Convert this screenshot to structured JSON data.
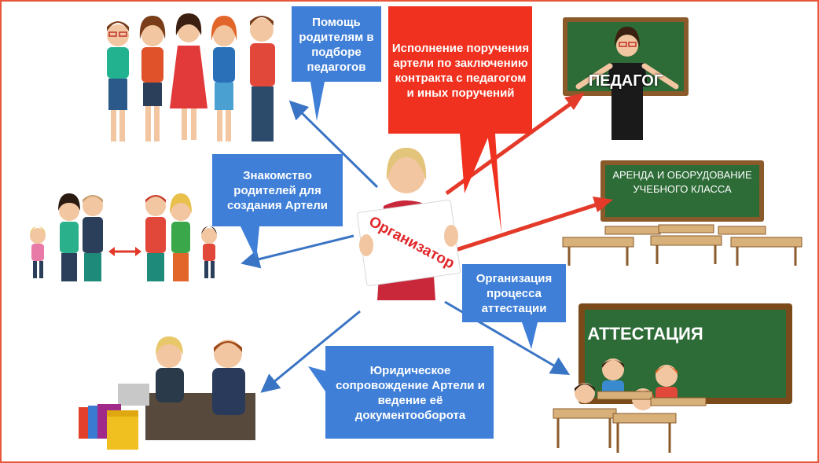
{
  "callouts": {
    "parents_help": "Помощь родителям в подборе педагогов",
    "assignment": "Исполнение поручения артели по заключению контракта с педагогом и иных поручений",
    "acquaintance": "Знакомство родителей для создания Артели",
    "attestation_org": "Организация процесса аттестации",
    "legal": "Юридическое сопровождение Артели и ведение её документооборота"
  },
  "boards": {
    "teacher": "ПЕДАГОГ",
    "classroom": "АРЕНДА И ОБОРУДОВАНИЕ УЧЕБНОГО КЛАССА",
    "attestation": "АТТЕСТАЦИЯ"
  },
  "organizer_sign": "Организатор",
  "colors": {
    "callout_blue": "#3f7fd8",
    "callout_red": "#f0311f",
    "arrow_blue": "#3a74c4",
    "arrow_red": "#e33a2a",
    "frame": "#e8573a",
    "chalkboard": "#2d6b37"
  }
}
